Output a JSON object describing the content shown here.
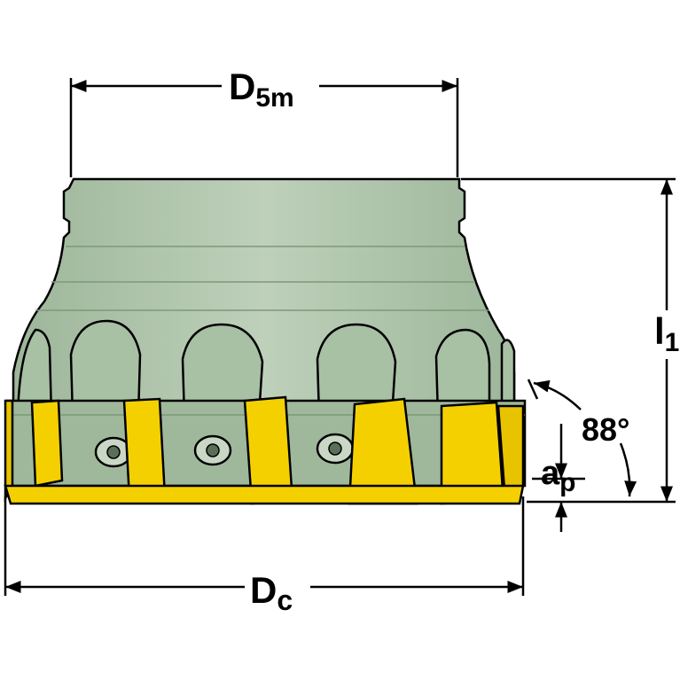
{
  "colors": {
    "body": "#b4c9b0",
    "body_shadow": "#93ad8e",
    "insert": "#f5d000",
    "insert_shadow": "#d1a800",
    "outline": "#000000",
    "background": "#ffffff"
  },
  "labels": {
    "d5m": {
      "main": "D",
      "sub": "5m"
    },
    "dc": {
      "main": "D",
      "sub": "c"
    },
    "l1": {
      "main": "l",
      "sub": "1"
    },
    "ap": {
      "main": "a",
      "sub": "p"
    },
    "angle": "88°"
  }
}
